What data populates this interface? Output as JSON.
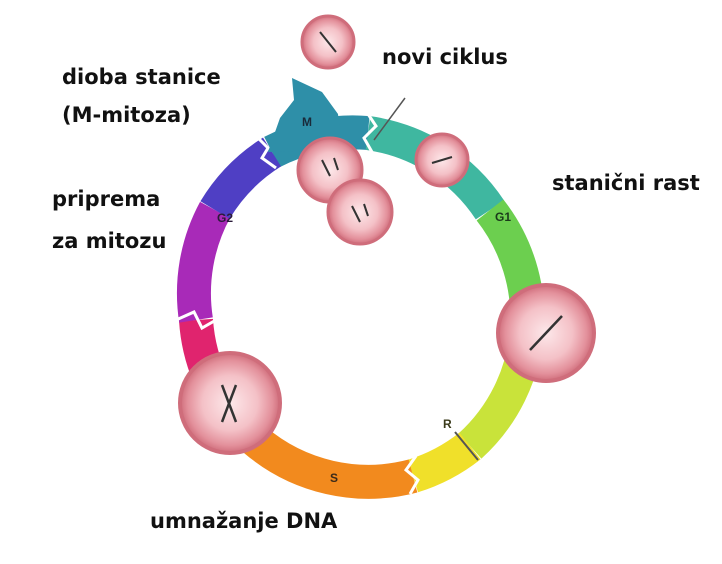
{
  "labels": {
    "division_line1": "dioba stanice",
    "division_line2": "(M-mitoza)",
    "new_cycle": "novi ciklus",
    "growth": "stanični rast",
    "prep_line1": "priprema",
    "prep_line2": "za mitozu",
    "dna": "umnažanje DNA"
  },
  "phases": {
    "m": "M",
    "g1": "G1",
    "g2": "G2",
    "s": "S",
    "r": "R"
  },
  "colors": {
    "m": "#2e8fa8",
    "g1": "#5cc95c",
    "g1_late": "#c9e33a",
    "r": "#f0e02a",
    "s": "#f28a1e",
    "g2_early": "#e0246e",
    "g2": "#a82ab8",
    "g2_late": "#4f3fc4",
    "cell_fill": "#f7c7cc",
    "cell_ring": "#d9707c",
    "text": "#111111"
  }
}
